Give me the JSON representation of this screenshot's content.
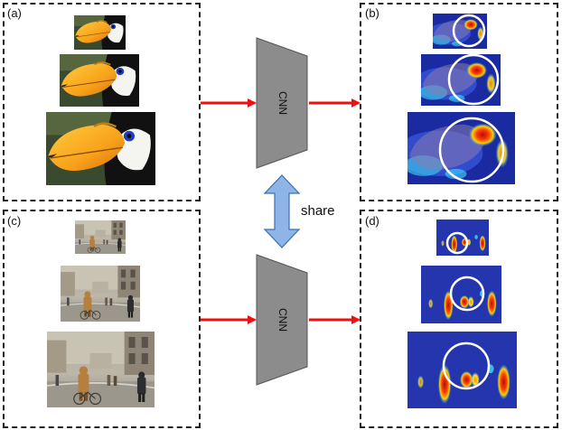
{
  "panels": {
    "a": {
      "label": "(a)"
    },
    "b": {
      "label": "(b)"
    },
    "c": {
      "label": "(c)"
    },
    "d": {
      "label": "(d)"
    }
  },
  "cnn_top": {
    "label": "CNN"
  },
  "cnn_bottom": {
    "label": "CNN"
  },
  "share": {
    "label": "share"
  },
  "colors": {
    "arrow": "#ee1111",
    "cnn_fill": "#8c8c8c",
    "share_fill": "#8fb4e6",
    "share_stroke": "#3b6fb6",
    "heat_bg": "#1a2aa0"
  }
}
